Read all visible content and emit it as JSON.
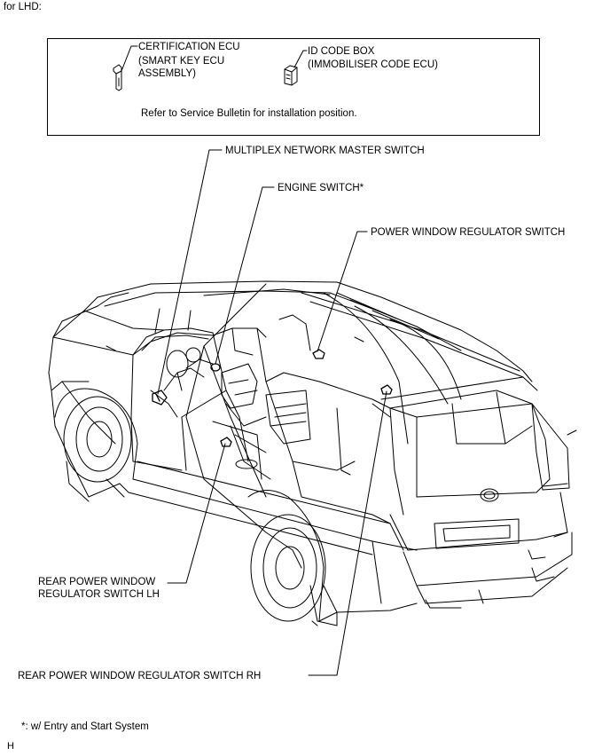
{
  "header": {
    "region_label": "for LHD:"
  },
  "inset_box": {
    "certification_ecu": [
      "CERTIFICATION ECU",
      "(SMART KEY ECU",
      "ASSEMBLY)"
    ],
    "id_code_box": [
      "ID CODE BOX",
      "(IMMOBILISER CODE ECU)"
    ],
    "note": "Refer to Service Bulletin for installation position."
  },
  "callouts": {
    "multiplex_switch": "MULTIPLEX NETWORK MASTER SWITCH",
    "engine_switch": "ENGINE SWITCH*",
    "power_window_switch": "POWER WINDOW REGULATOR SWITCH",
    "rear_lh": [
      "REAR POWER WINDOW",
      "REGULATOR SWITCH LH"
    ],
    "rear_rh": "REAR POWER WINDOW REGULATOR SWITCH RH"
  },
  "footnote": "*: w/ Entry and Start System",
  "corner_mark": "H"
}
